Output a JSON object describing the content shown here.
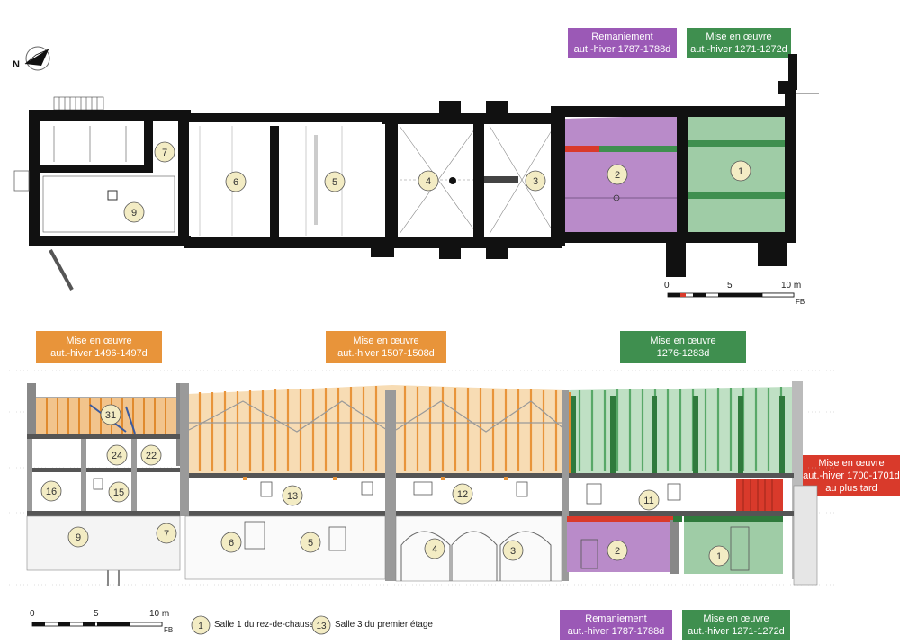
{
  "labels": {
    "plan_purple": [
      "Remaniement",
      "aut.-hiver 1787-1788d"
    ],
    "plan_green": [
      "Mise en œuvre",
      "aut.-hiver 1271-1272d"
    ],
    "sec_orange_left": [
      "Mise en œuvre",
      "aut.-hiver 1496-1497d"
    ],
    "sec_orange_mid": [
      "Mise en œuvre",
      "aut.-hiver 1507-1508d"
    ],
    "sec_green": [
      "Mise en œuvre",
      "1276-1283d"
    ],
    "sec_red": [
      "Mise en œuvre",
      "aut.-hiver 1700-1701d",
      "au plus tard"
    ],
    "bottom_purple": [
      "Remaniement",
      "aut.-hiver 1787-1788d"
    ],
    "bottom_green": [
      "Mise en œuvre",
      "aut.-hiver 1271-1272d"
    ]
  },
  "plan_rooms": [
    "1",
    "2",
    "3",
    "4",
    "5",
    "6",
    "7",
    "9"
  ],
  "section_rooms": [
    "31",
    "24",
    "22",
    "16",
    "15",
    "13",
    "12",
    "11",
    "9",
    "7",
    "6",
    "5",
    "4",
    "3",
    "2",
    "1"
  ],
  "compass_letter": "N",
  "scale_plan": {
    "zero": "0",
    "mid": "5",
    "end": "10 m",
    "author": "FB"
  },
  "scale_section": {
    "zero": "0",
    "mid": "5",
    "end": "10 m",
    "author": "FB"
  },
  "legend": {
    "ground_num": "1",
    "ground_text": "Salle 1 du rez-de-chaussée",
    "first_num": "13",
    "first_text": "Salle 3 du premier étage"
  },
  "colors": {
    "purple": "#9b59b6",
    "green": "#3f8f4f",
    "orange": "#e8943a",
    "red": "#d93a2b",
    "wall": "#111111",
    "room_badge": "#f3ecc4"
  }
}
